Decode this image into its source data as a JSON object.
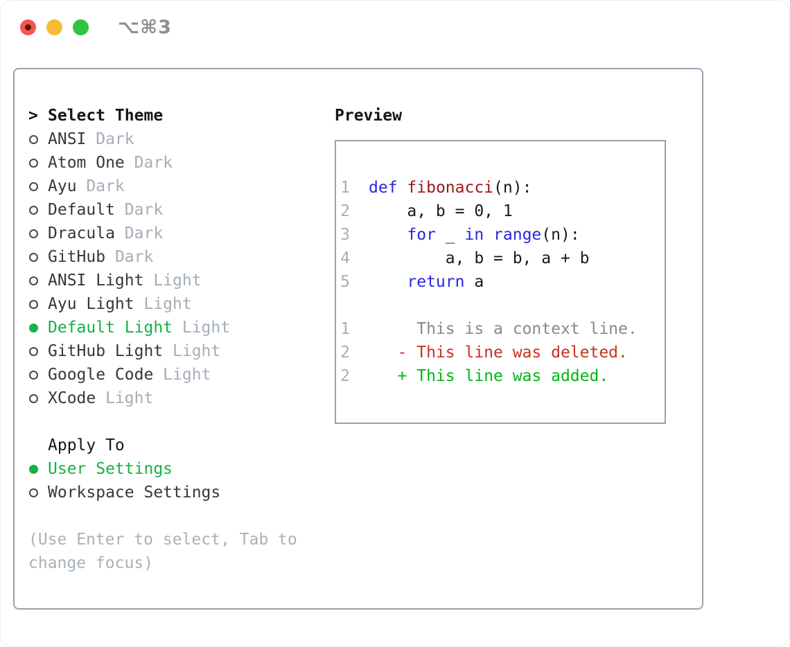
{
  "window": {
    "title": "⌥⌘3",
    "traffic_lights": [
      "close",
      "minimize",
      "zoom"
    ]
  },
  "theme_selector": {
    "prompt_marker": ">",
    "heading": "Select Theme",
    "items": [
      {
        "name": "ANSI",
        "variant": "Dark",
        "selected": false
      },
      {
        "name": "Atom One",
        "variant": "Dark",
        "selected": false
      },
      {
        "name": "Ayu",
        "variant": "Dark",
        "selected": false
      },
      {
        "name": "Default",
        "variant": "Dark",
        "selected": false
      },
      {
        "name": "Dracula",
        "variant": "Dark",
        "selected": false
      },
      {
        "name": "GitHub",
        "variant": "Dark",
        "selected": false
      },
      {
        "name": "ANSI Light",
        "variant": "Light",
        "selected": false
      },
      {
        "name": "Ayu Light",
        "variant": "Light",
        "selected": false
      },
      {
        "name": "Default Light",
        "variant": "Light",
        "selected": true
      },
      {
        "name": "GitHub Light",
        "variant": "Light",
        "selected": false
      },
      {
        "name": "Google Code",
        "variant": "Light",
        "selected": false
      },
      {
        "name": "XCode",
        "variant": "Light",
        "selected": false
      }
    ]
  },
  "apply_to": {
    "heading": "Apply To",
    "options": [
      {
        "name": "User Settings",
        "selected": true
      },
      {
        "name": "Workspace Settings",
        "selected": false
      }
    ]
  },
  "hint": "(Use Enter to select, Tab to change focus)",
  "preview": {
    "heading": "Preview",
    "lines": [
      {
        "num": "1",
        "segments": [
          {
            "t": "def",
            "c": "keyword"
          },
          {
            "t": " ",
            "c": "plain"
          },
          {
            "t": "fibonacci",
            "c": "function"
          },
          {
            "t": "(n):",
            "c": "plain"
          }
        ]
      },
      {
        "num": "2",
        "segments": [
          {
            "t": "    a, b = 0, 1",
            "c": "plain"
          }
        ]
      },
      {
        "num": "3",
        "segments": [
          {
            "t": "    ",
            "c": "plain"
          },
          {
            "t": "for",
            "c": "keyword"
          },
          {
            "t": " _ ",
            "c": "plain"
          },
          {
            "t": "in",
            "c": "keyword"
          },
          {
            "t": " ",
            "c": "plain"
          },
          {
            "t": "range",
            "c": "keyword"
          },
          {
            "t": "(n):",
            "c": "plain"
          }
        ]
      },
      {
        "num": "4",
        "segments": [
          {
            "t": "        a, b = b, a + b",
            "c": "plain"
          }
        ]
      },
      {
        "num": "5",
        "segments": [
          {
            "t": "    ",
            "c": "plain"
          },
          {
            "t": "return",
            "c": "keyword"
          },
          {
            "t": " a",
            "c": "plain"
          }
        ]
      },
      {
        "num": "",
        "segments": []
      },
      {
        "num": "1",
        "segments": [
          {
            "t": "     This is a context line.",
            "c": "context"
          }
        ]
      },
      {
        "num": "2",
        "segments": [
          {
            "t": "   - This line was deleted.",
            "c": "deleted"
          }
        ]
      },
      {
        "num": "2",
        "segments": [
          {
            "t": "   + This line was added.",
            "c": "added"
          }
        ]
      }
    ]
  },
  "colors": {
    "accent_green": "#12b247",
    "added": "#00b712",
    "deleted": "#c8321d",
    "keyword": "#2727e0",
    "function": "#a31515",
    "plain": "#17191c",
    "linenum": "#a5aebb",
    "context": "#85898f",
    "suffix": "#a4adb8",
    "item": "#34383d",
    "border": "#99a2ad",
    "hint": "#a9b1ba",
    "title_gray": "#8a8f94",
    "traffic_red": "#f1594f",
    "traffic_yellow": "#f5bb31",
    "traffic_green": "#30c243"
  }
}
